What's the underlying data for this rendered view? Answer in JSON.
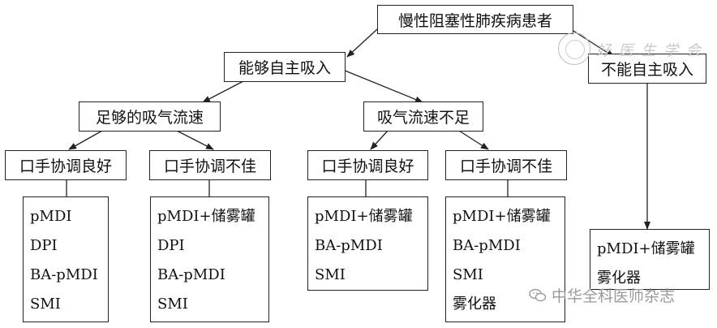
{
  "root": {
    "label": "慢性阻塞性肺疾病患者"
  },
  "level1": {
    "can": {
      "label": "能够自主吸入"
    },
    "cannot": {
      "label": "不能自主吸入"
    }
  },
  "level2": {
    "sufficient": {
      "label": "足够的吸气流速"
    },
    "insufficient": {
      "label": "吸气流速不足"
    }
  },
  "level3": {
    "a": {
      "label": "口手协调良好"
    },
    "b": {
      "label": "口手协调不佳"
    },
    "c": {
      "label": "口手协调良好"
    },
    "d": {
      "label": "口手协调不佳"
    }
  },
  "devices": {
    "a": [
      "pMDI",
      "DPI",
      "BA-pMDI",
      "SMI"
    ],
    "b": [
      "pMDI+储雾罐",
      "DPI",
      "BA-pMDI",
      "SMI"
    ],
    "c": [
      "pMDI+储雾罐",
      "BA-pMDI",
      "SMI"
    ],
    "d": [
      "pMDI+储雾罐",
      "BA-pMDI",
      "SMI",
      "雾化器"
    ],
    "e": [
      "pMDI+储雾罐",
      "雾化器"
    ]
  },
  "watermark": {
    "text": "中华全科医师杂志",
    "script": "好 医 生 学 会"
  },
  "colors": {
    "line": "#222222",
    "watermark": "#9a9a9a"
  }
}
